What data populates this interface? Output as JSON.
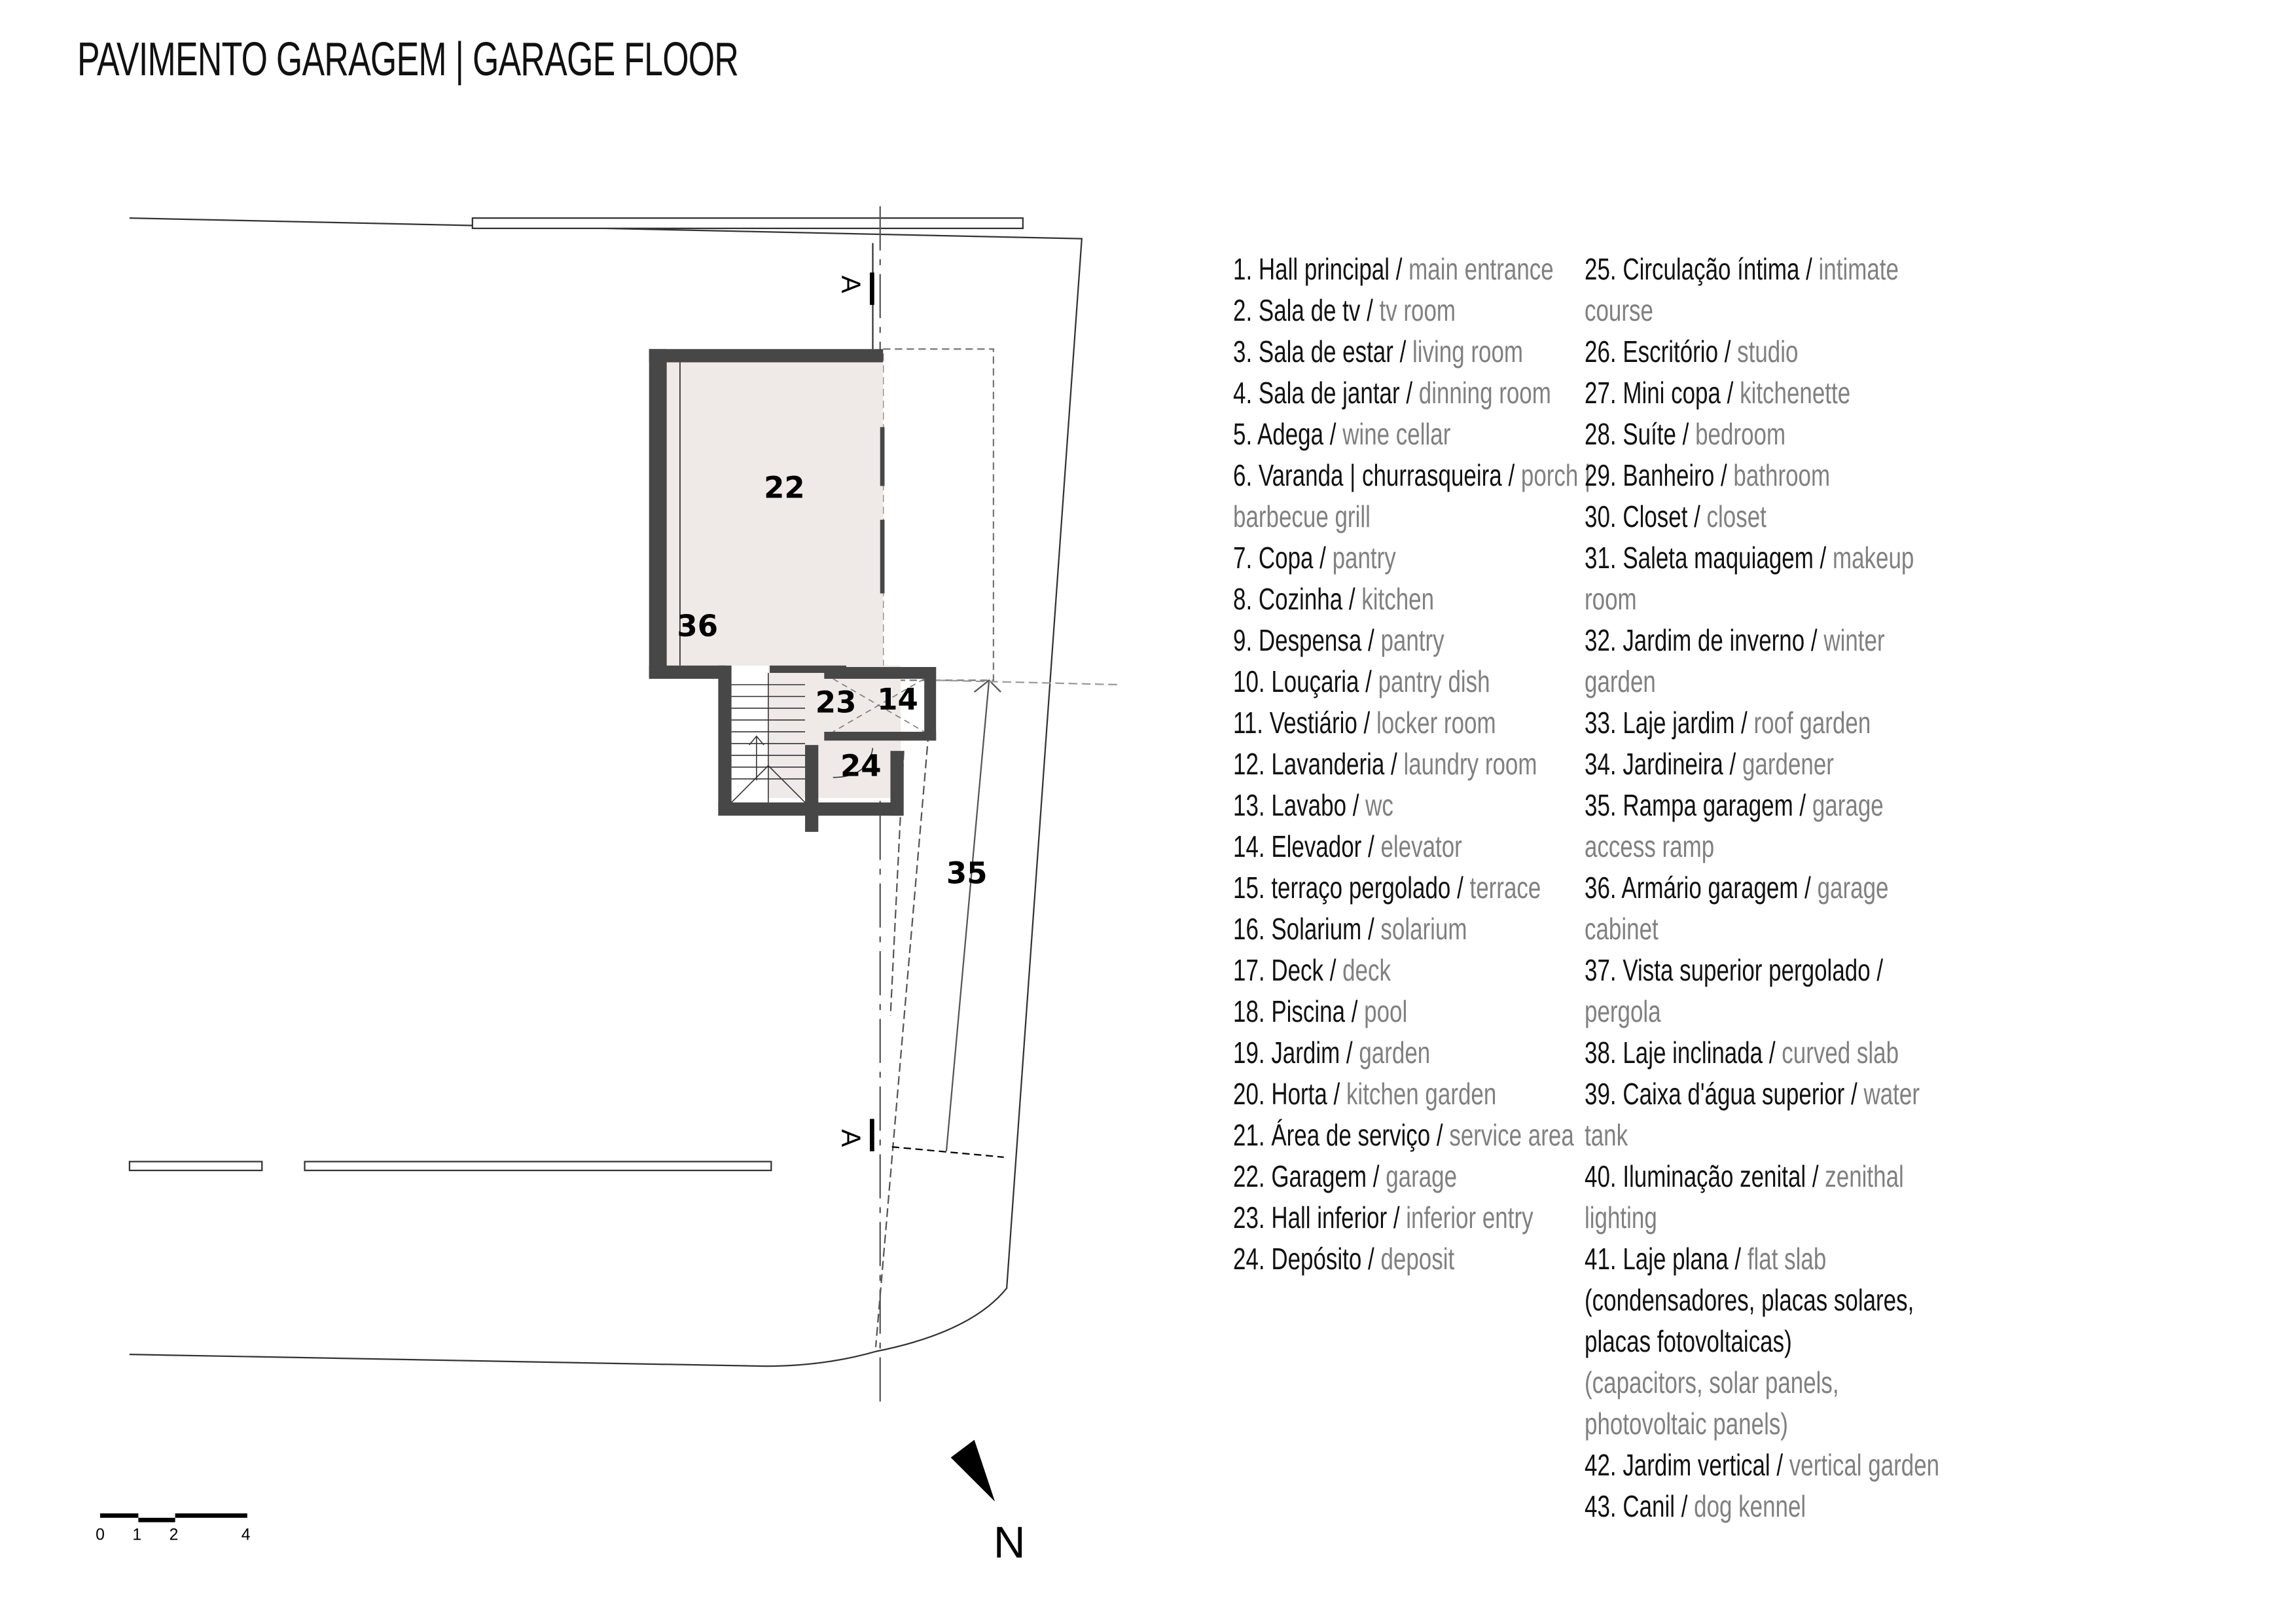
{
  "title": "PAVIMENTO GARAGEM | GARAGE FLOOR",
  "colors": {
    "wall": "#474747",
    "floor_fill": "#efe9e7",
    "english_text": "#808080",
    "portuguese_text": "#111111"
  },
  "plan": {
    "room_labels": {
      "garage": "22",
      "garage_cabinet": "36",
      "inferior_entry": "23",
      "elevator": "14",
      "deposit": "24",
      "ramp": "35"
    },
    "section_mark": "A",
    "north_label": "N",
    "scale_bar_labels": [
      "0",
      "1",
      "2",
      "4"
    ]
  },
  "legend": {
    "column1": [
      {
        "num": "1.",
        "pt": "Hall principal",
        "en": "main entrance"
      },
      {
        "num": "2.",
        "pt": "Sala de tv",
        "en": "tv room"
      },
      {
        "num": "3.",
        "pt": "Sala de estar",
        "en": "living room"
      },
      {
        "num": "4.",
        "pt": "Sala de jantar",
        "en": "dinning room"
      },
      {
        "num": "5.",
        "pt": "Adega",
        "en": "wine cellar"
      },
      {
        "num": "6.",
        "pt": "Varanda | churrasqueira",
        "en": "porch | barbecue grill"
      },
      {
        "num": "7.",
        "pt": "Copa",
        "en": "pantry"
      },
      {
        "num": "8.",
        "pt": "Cozinha",
        "en": "kitchen"
      },
      {
        "num": "9.",
        "pt": "Despensa",
        "en": "pantry"
      },
      {
        "num": "10.",
        "pt": "Louçaria",
        "en": "pantry dish"
      },
      {
        "num": "11.",
        "pt": "Vestiário",
        "en": "locker room"
      },
      {
        "num": "12.",
        "pt": "Lavanderia",
        "en": "laundry room"
      },
      {
        "num": "13.",
        "pt": "Lavabo",
        "en": "wc"
      },
      {
        "num": "14.",
        "pt": "Elevador",
        "en": "elevator"
      },
      {
        "num": "15.",
        "pt": "terraço pergolado",
        "en": "terrace"
      },
      {
        "num": "16.",
        "pt": "Solarium",
        "en": "solarium"
      },
      {
        "num": "17.",
        "pt": "Deck",
        "en": "deck"
      },
      {
        "num": "18.",
        "pt": "Piscina",
        "en": "pool"
      },
      {
        "num": "19.",
        "pt": "Jardim",
        "en": "garden"
      },
      {
        "num": "20.",
        "pt": "Horta",
        "en": "kitchen garden"
      },
      {
        "num": "21.",
        "pt": "Área de serviço",
        "en": "service area"
      },
      {
        "num": "22.",
        "pt": "Garagem",
        "en": "garage"
      },
      {
        "num": "23.",
        "pt": "Hall inferior",
        "en": "inferior entry"
      },
      {
        "num": "24.",
        "pt": "Depósito",
        "en": "deposit"
      }
    ],
    "column2": [
      {
        "num": "25.",
        "pt": "Circulação íntima",
        "en": "intimate course"
      },
      {
        "num": "26.",
        "pt": "Escritório",
        "en": "studio"
      },
      {
        "num": "27.",
        "pt": "Mini copa",
        "en": "kitchenette"
      },
      {
        "num": "28.",
        "pt": "Suíte",
        "en": "bedroom"
      },
      {
        "num": "29.",
        "pt": "Banheiro",
        "en": "bathroom"
      },
      {
        "num": "30.",
        "pt": "Closet",
        "en": "closet"
      },
      {
        "num": "31.",
        "pt": "Saleta maquiagem",
        "en": "makeup room"
      },
      {
        "num": "32.",
        "pt": "Jardim de inverno",
        "en": "winter garden"
      },
      {
        "num": "33.",
        "pt": "Laje jardim",
        "en": "roof garden"
      },
      {
        "num": "34.",
        "pt": "Jardineira",
        "en": "gardener"
      },
      {
        "num": "35.",
        "pt": "Rampa garagem",
        "en": "garage access ramp"
      },
      {
        "num": "36.",
        "pt": "Armário garagem",
        "en": "garage cabinet"
      },
      {
        "num": "37.",
        "pt": "Vista superior pergolado",
        "en": "pergola"
      },
      {
        "num": "38.",
        "pt": "Laje inclinada",
        "en": "curved slab"
      },
      {
        "num": "39.",
        "pt": "Caixa d'água superior",
        "en": "water tank"
      },
      {
        "num": "40.",
        "pt": "Iluminação zenital",
        "en": "zenithal lighting"
      },
      {
        "num": "41.",
        "pt": "Laje plana",
        "en": "flat slab",
        "pt_note": "(condensadores, placas solares, placas fotovoltaicas)",
        "en_note": "(capacitors, solar panels, photovoltaic panels)"
      },
      {
        "num": "42.",
        "pt": "Jardim vertical",
        "en": "vertical garden"
      },
      {
        "num": "43.",
        "pt": "Canil",
        "en": "dog kennel"
      }
    ]
  }
}
